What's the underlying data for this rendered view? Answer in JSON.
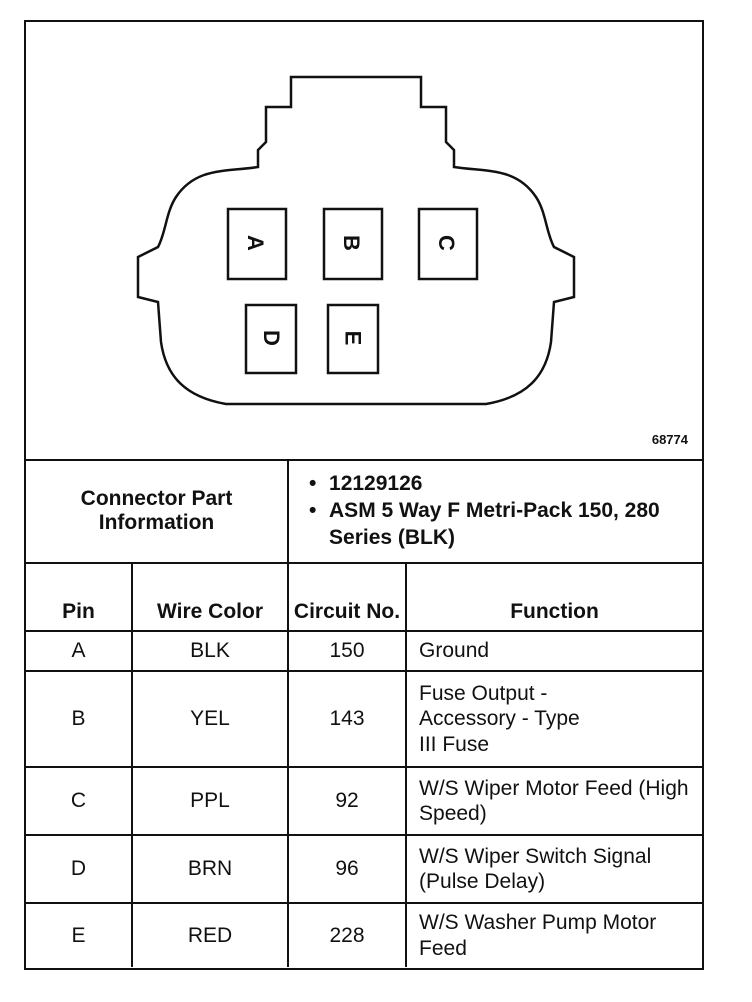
{
  "figure_id": "68774",
  "connector_cavities": [
    "A",
    "B",
    "C",
    "D",
    "E"
  ],
  "connector_info": {
    "label": "Connector Part Information",
    "items": [
      "12129126",
      "ASM 5 Way F Metri-Pack 150, 280 Series (BLK)"
    ]
  },
  "headers": {
    "pin": "Pin",
    "wire_color": "Wire Color",
    "circuit": "Circuit No.",
    "function": "Function"
  },
  "rows": [
    {
      "pin": "A",
      "wire": "BLK",
      "circuit": "150",
      "function": "Ground"
    },
    {
      "pin": "B",
      "wire": "YEL",
      "circuit": "143",
      "function": "Fuse Output - Accessory - Type III Fuse"
    },
    {
      "pin": "C",
      "wire": "PPL",
      "circuit": "92",
      "function": "W/S Wiper Motor Feed (High Speed)"
    },
    {
      "pin": "D",
      "wire": "BRN",
      "circuit": "96",
      "function": "W/S Wiper Switch Signal (Pulse Delay)"
    },
    {
      "pin": "E",
      "wire": "RED",
      "circuit": "228",
      "function": "W/S Washer Pump Motor Feed"
    }
  ]
}
